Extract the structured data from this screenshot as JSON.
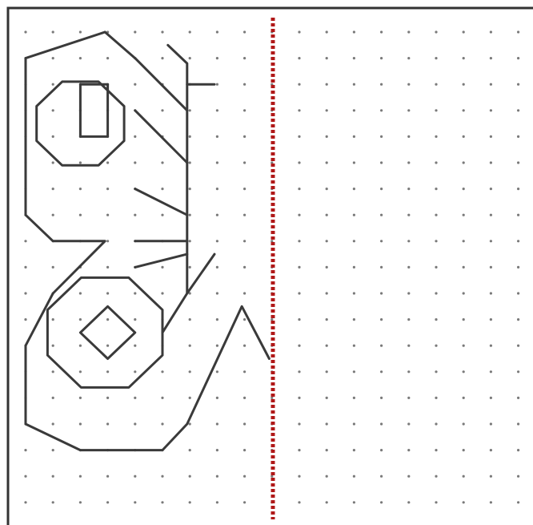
{
  "colors": {
    "background": "#ffffff",
    "frame": "#333333",
    "dots": "#7a7a7a",
    "shape_stroke": "#3a3a3a",
    "mirror_line": "#b01818"
  },
  "grid": {
    "columns": 19,
    "rows": 19
  },
  "mirror_line": {
    "style": "dotted-red",
    "grid_column": 9.5
  },
  "figure": {
    "description_visible": false,
    "segments": [
      [
        [
          5.2,
          0.5
        ],
        [
          5.9,
          1.2
        ],
        [
          5.9,
          3.0
        ]
      ],
      [
        [
          5.9,
          2.0
        ],
        [
          6.9,
          2.0
        ]
      ],
      [
        [
          2.9,
          0.0
        ],
        [
          0.0,
          1.0
        ],
        [
          0.0,
          7.0
        ],
        [
          1.0,
          8.0
        ],
        [
          2.9,
          8.0
        ],
        [
          1.0,
          10.0
        ],
        [
          0.0,
          12.0
        ],
        [
          0.0,
          15.0
        ],
        [
          2.0,
          16.0
        ],
        [
          5.0,
          16.0
        ],
        [
          5.9,
          15.0
        ],
        [
          7.9,
          10.5
        ],
        [
          8.9,
          12.5
        ]
      ],
      [
        [
          2.9,
          0.0
        ],
        [
          4.0,
          1.0
        ],
        [
          5.9,
          3.0
        ],
        [
          5.9,
          5.0
        ]
      ],
      [
        [
          4.0,
          3.0
        ],
        [
          5.9,
          5.0
        ]
      ],
      [
        [
          4.0,
          6.0
        ],
        [
          5.9,
          7.0
        ]
      ],
      [
        [
          4.0,
          8.0
        ],
        [
          5.9,
          8.0
        ]
      ],
      [
        [
          4.0,
          9.0
        ],
        [
          5.9,
          8.5
        ]
      ],
      [
        [
          5.9,
          5.0
        ],
        [
          5.9,
          10.0
        ],
        [
          6.9,
          8.5
        ]
      ],
      [
        [
          5.0,
          11.5
        ],
        [
          5.9,
          10.0
        ]
      ]
    ],
    "octagons": [
      {
        "center": [
          2.0,
          3.5
        ],
        "radius": 1.6
      },
      {
        "center": [
          2.9,
          11.5
        ],
        "radius": 2.1
      }
    ],
    "rectangle": {
      "x": [
        2.0,
        3.0
      ],
      "y": [
        2.0,
        4.0
      ]
    },
    "diamond": {
      "center": [
        3.0,
        11.5
      ],
      "radius": 1.0
    }
  }
}
